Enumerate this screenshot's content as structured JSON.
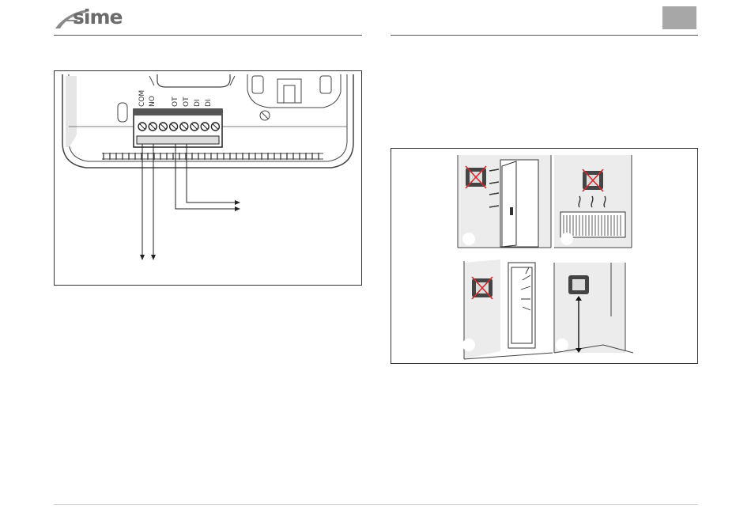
{
  "brand": {
    "name": "sime"
  },
  "colors": {
    "badge": "#a7a7a7",
    "brand_grey": "#6b6b6b",
    "forbidden_red": "#d9262b",
    "line": "#333333"
  },
  "figure_terminal": {
    "terminal_labels": [
      "COM",
      "NO",
      "OT",
      "OT",
      "DI",
      "DI"
    ]
  },
  "figure_placement": {
    "panels": [
      {
        "id": "panel-door",
        "allowed": false,
        "icon": "thermostat-crossed-icon"
      },
      {
        "id": "panel-radiator",
        "allowed": false,
        "icon": "thermostat-crossed-icon"
      },
      {
        "id": "panel-window-sun",
        "allowed": false,
        "icon": "thermostat-crossed-icon"
      },
      {
        "id": "panel-height",
        "allowed": true,
        "icon": "thermostat-icon"
      }
    ]
  }
}
